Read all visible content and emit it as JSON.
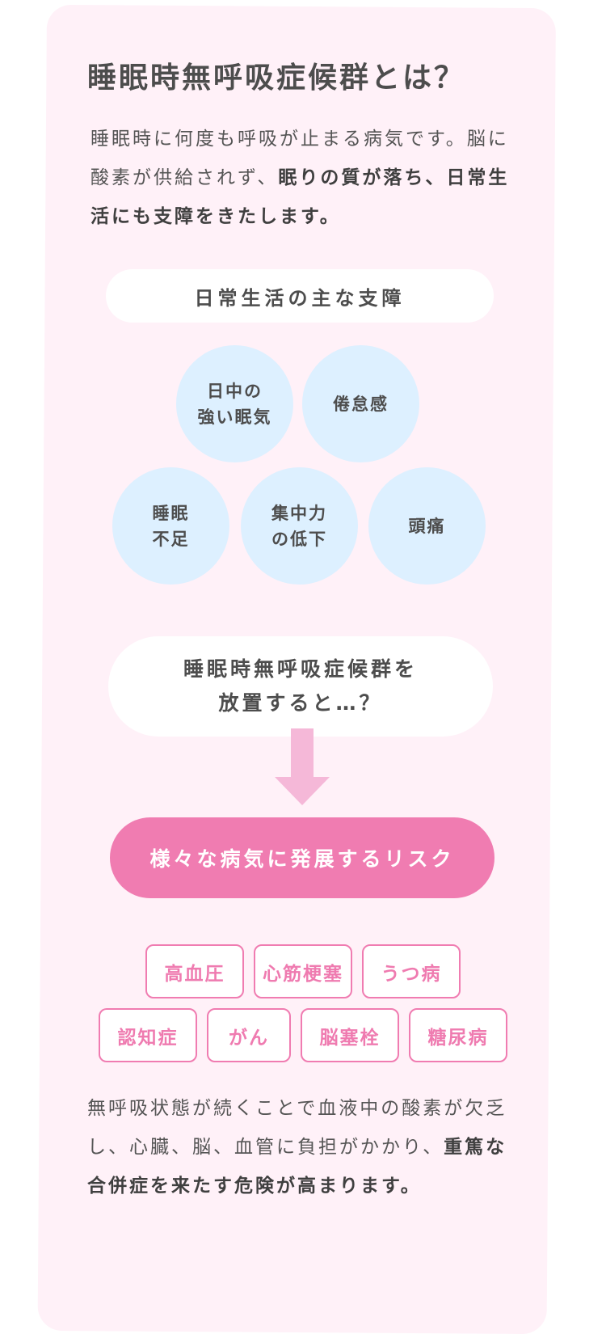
{
  "title": "睡眠時無呼吸症候群とは？",
  "lead": {
    "normal": "睡眠時に何度も呼吸が止まる病気です。脳に酸素が供給されず、",
    "bold": "眠りの質が落ち、日常生活にも支障をきたします。"
  },
  "daily_impact": {
    "heading": "日常生活の主な支障",
    "items": [
      {
        "label": "日中の\n強い眠気"
      },
      {
        "label": "倦怠感"
      },
      {
        "label": "睡眠\n不足"
      },
      {
        "label": "集中力\nの低下"
      },
      {
        "label": "頭痛"
      }
    ]
  },
  "question": "睡眠時無呼吸症候群を\n放置すると…？",
  "risk_label": "様々な病気に発展するリスク",
  "diseases": {
    "row1": [
      "高血圧",
      "心筋梗塞",
      "うつ病"
    ],
    "row2": [
      "認知症",
      "がん",
      "脳塞栓",
      "糖尿病"
    ]
  },
  "outro": {
    "normal": "無呼吸状態が続くことで血液中の酸素が欠乏し、心臓、脳、血管に負担がかかり、",
    "bold": "重篤な合併症を来たす危険が高まります。"
  },
  "colors": {
    "card_bg": "#fff1f8",
    "bubble_bg": "#ddf0ff",
    "accent_pink": "#f07cb1",
    "arrow_pink": "#f5b8d8",
    "text": "#4d4d4d"
  }
}
